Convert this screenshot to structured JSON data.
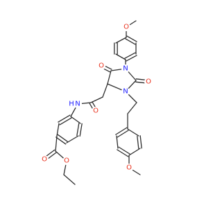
{
  "colors": {
    "bond": "#2e2e2e",
    "carbon": "#2e2e2e",
    "nitrogen": "#1a1aff",
    "oxygen": "#e8301c",
    "background": "#ffffff"
  },
  "molecule": {
    "atoms": [
      {
        "id": "O_top_meo",
        "label": "O",
        "element": "oxygen"
      },
      {
        "id": "N1",
        "label": "N",
        "element": "nitrogen"
      },
      {
        "id": "O_c4",
        "label": "O",
        "element": "oxygen"
      },
      {
        "id": "O_c2",
        "label": "O",
        "element": "oxygen"
      },
      {
        "id": "N3",
        "label": "N",
        "element": "nitrogen"
      },
      {
        "id": "O_amide",
        "label": "O",
        "element": "oxygen"
      },
      {
        "id": "N_amide",
        "label": "N",
        "element": "nitrogen"
      },
      {
        "id": "H_amide",
        "label": "H",
        "element": "nitrogen"
      },
      {
        "id": "O_bot_meo",
        "label": "O",
        "element": "oxygen"
      },
      {
        "id": "O_ester_carbonyl",
        "label": "O",
        "element": "oxygen"
      },
      {
        "id": "O_ester",
        "label": "O",
        "element": "oxygen"
      }
    ]
  }
}
